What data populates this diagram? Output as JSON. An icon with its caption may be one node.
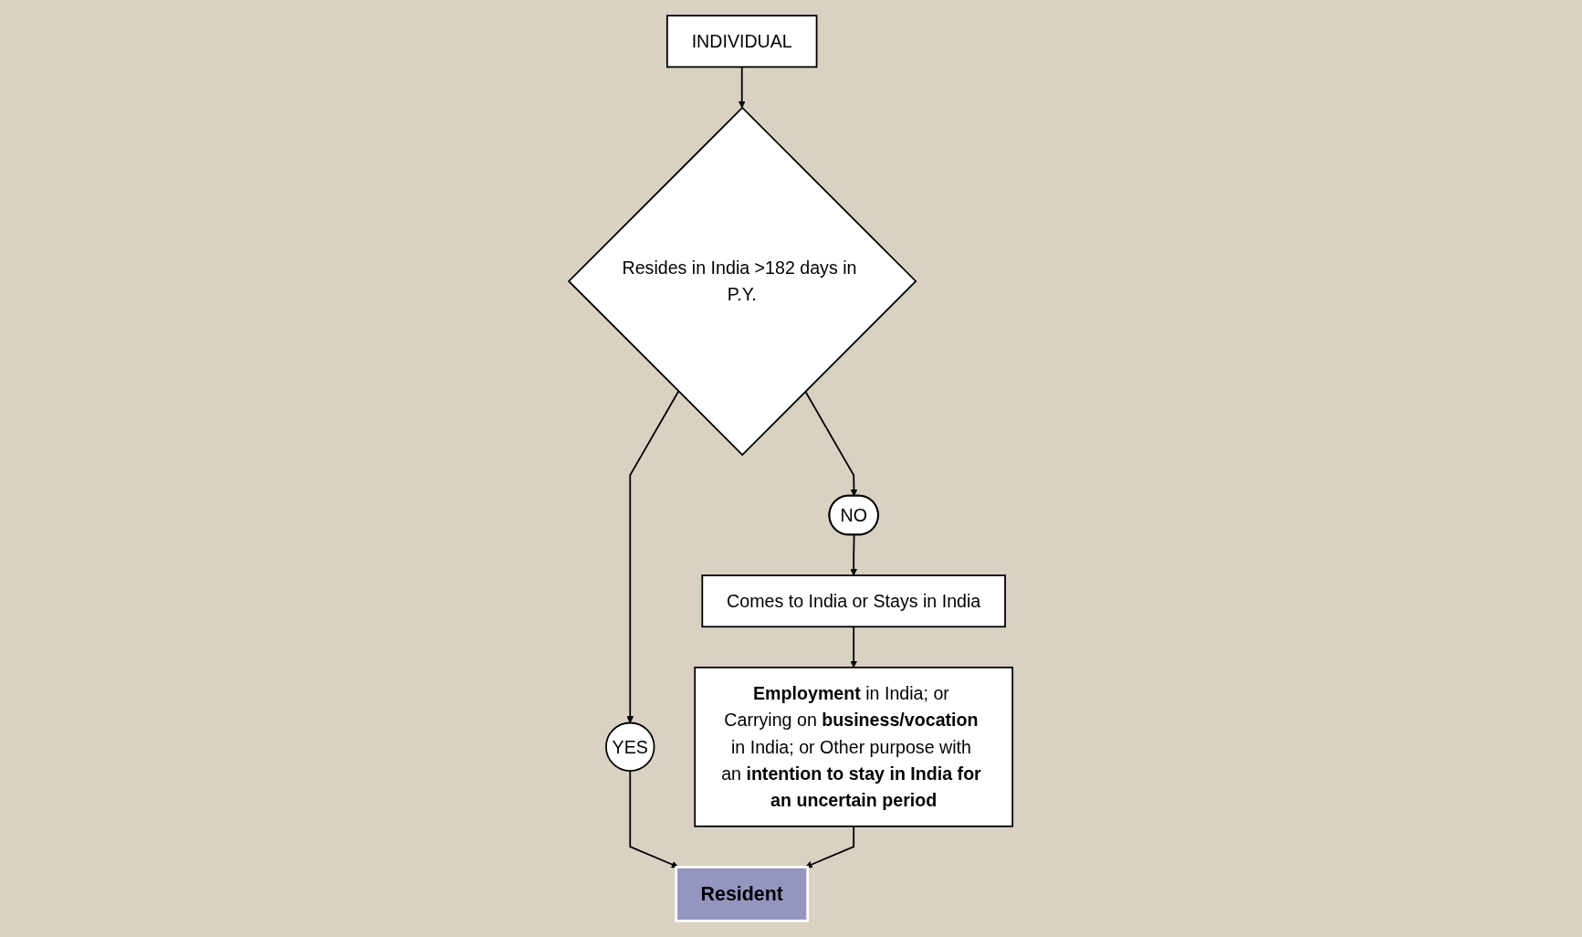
{
  "diagram": {
    "nodes": [
      {
        "text": [
          "INDIVIDUAL"
        ]
      },
      {
        "text": [
          "Resides in India >182 days in P.Y."
        ]
      },
      {
        "text": [
          "NO"
        ]
      },
      {
        "text": [
          "Comes to India or Stays in India"
        ]
      },
      {
        "text": [
          "**Employment** in India; or Carrying on **business/vocation** in India; or Other purpose with an **intention to stay in India for an uncertain period**"
        ]
      },
      {
        "text": [
          "YES"
        ]
      },
      {
        "text": [
          "Resident"
        ]
      }
    ],
    "edges": [
      {
        "from": 0,
        "to": 1,
        "arrow": "to"
      },
      {
        "from": 1,
        "to": 2,
        "arrow": "to"
      },
      {
        "from": 2,
        "to": 3,
        "arrow": "to"
      },
      {
        "from": 3,
        "to": 4,
        "arrow": "to"
      },
      {
        "from": 1,
        "to": 5,
        "arrow": "to"
      },
      {
        "from": 5,
        "to": 6,
        "arrow": "to"
      },
      {
        "from": 4,
        "to": 6,
        "arrow": "to"
      }
    ]
  }
}
